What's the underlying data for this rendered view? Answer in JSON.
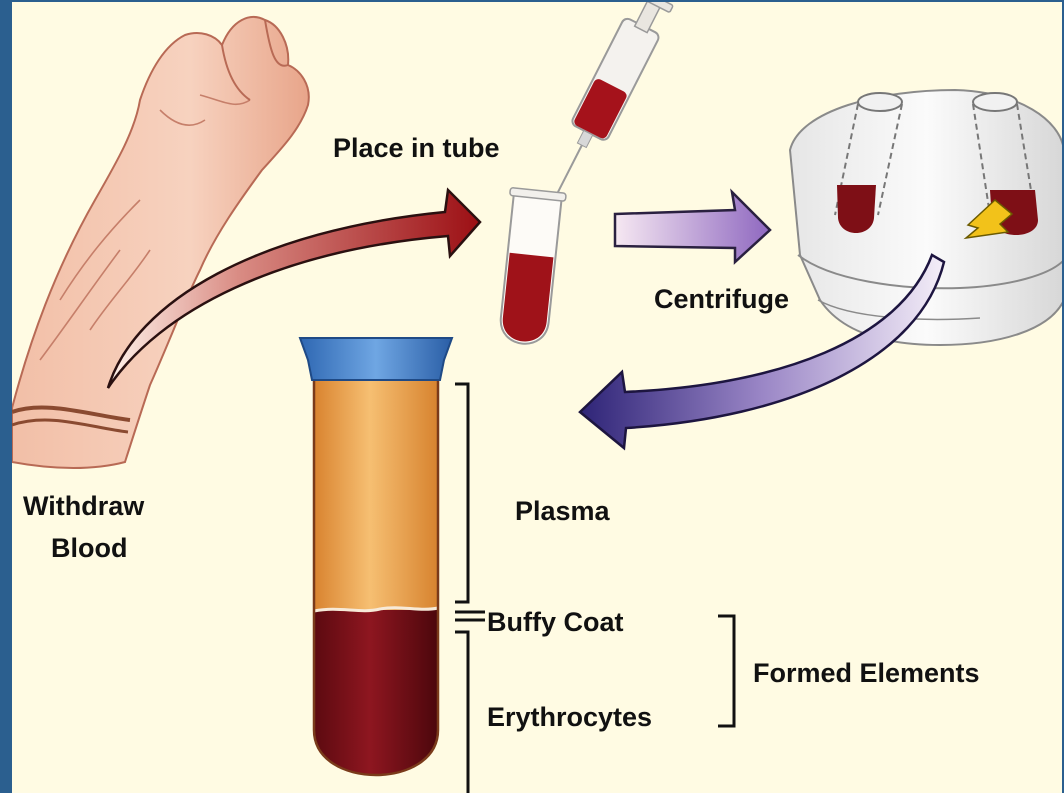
{
  "labels": {
    "place_in_tube": "Place in tube",
    "centrifuge": "Centrifuge",
    "withdraw_line1": "Withdraw",
    "withdraw_line2": "Blood",
    "plasma": "Plasma",
    "buffy_coat": "Buffy Coat",
    "erythrocytes": "Erythrocytes",
    "formed_elements": "Formed Elements"
  },
  "icons": [
    "arm-icon",
    "syringe-icon",
    "test-tube-icon",
    "centrifuge-icon",
    "graduated-tube-icon"
  ],
  "colors": {
    "background": "#fffbe3",
    "frame": "#2b5f8f",
    "blood": "#8c0d16",
    "plasma": "#e9a14c",
    "tube_cap": "#3f7fc8",
    "arrow_red": "#b5171b",
    "arrow_purple": "#9c7bc4",
    "arrow_dark": "#3b2f86"
  }
}
